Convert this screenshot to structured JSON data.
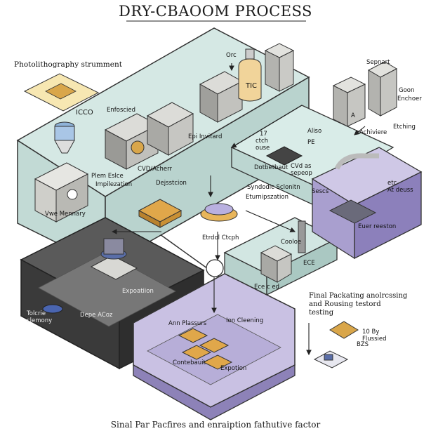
{
  "title": "DRY-CBAOOM PROCESS",
  "footer": "Sinal Par Pacfires and enraiption fathutive factor",
  "labels": {
    "photolithography": "Photolithography strumment",
    "icco": "ICCO",
    "enfoscied": "Enfoscied",
    "orc": "Orc",
    "tic": "TIC",
    "cvd_acherr": "CVD/Acherr",
    "epi_invitard": "Epi Invitard",
    "plem_etcher": "Plem Eslce",
    "implantation": "Impilezation",
    "vwe_mennary": "Vwe Mennary",
    "deposition": "Dejsstcion",
    "symbolic_etch": "Syndodic Sclonitn",
    "etch_sub": "Eturnipszation",
    "etch_depth": "Etrdol Ctcph",
    "num_17": "17",
    "ctch_ouse": "ctch\nouse",
    "dotbetbaut": "Dotbetbaut",
    "cvd_as": "CVd as\nsepeop",
    "aliso": "Aliso",
    "pe": "PE",
    "sepnart": "Sepnart",
    "goon": "Goon",
    "enchoer": "Enchoer",
    "achiviere": "Achiviere",
    "etching": "Etching",
    "a_mark": "A",
    "sescs": "Sescs",
    "etc": "etc",
    "at_deuss": "At deuss",
    "euer_reeston": "Euer reeston",
    "cooloe": "Cooloe",
    "ece_ed": "Ece c ed",
    "ece": "ECE",
    "tolcrie_clemony": "Tolcrie\nclemony",
    "depe_acoz": "Depe ACoz",
    "expoatiion": "Expoatiion",
    "ann_plassurs": "Ann Plassurs",
    "ion_cleaning": "Ion Cleening",
    "contebauit": "Contebauit",
    "expotion": "Expotion",
    "final_packaging": "Final Packating anolrcssing\nand Rousing testord\ntesting",
    "by_mark": "10 By\nFlussied",
    "bzs": "BZS"
  },
  "colors": {
    "teal_panel": "#cfe3df",
    "teal_edge": "#6f9a95",
    "purple_panel": "#b9b0d6",
    "purple_dark": "#7e72ad",
    "dark_panel": "#3d3d3d",
    "gold": "#d9a64a",
    "machine_gray": "#c8c8c4",
    "outline": "#2a2a2a"
  }
}
